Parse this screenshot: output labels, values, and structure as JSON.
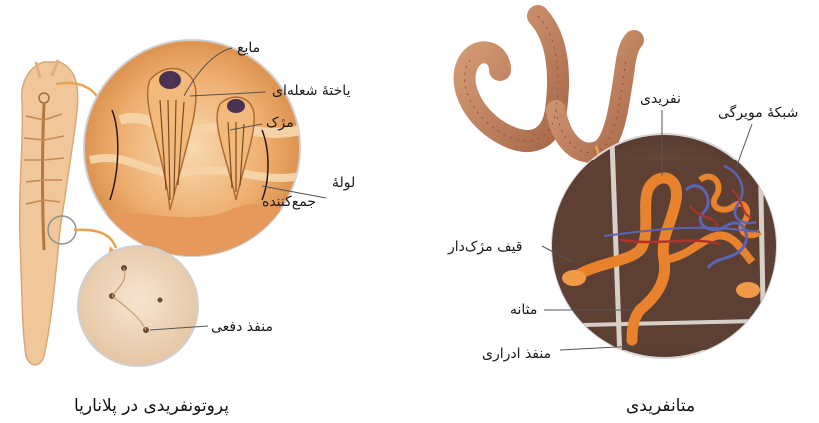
{
  "left_figure": {
    "caption": "پروتونفریدی در پلاناریا",
    "labels": {
      "fluid": "مایع",
      "flame_cell": "یاختهٔ شعله‌ای",
      "cilia": "مژک",
      "collecting_tube_line1": "لولهٔ",
      "collecting_tube_line2": "جمع‌کننده",
      "excretory_pore": "منفذ دفعی"
    }
  },
  "right_figure": {
    "caption": "متانفریدی",
    "labels": {
      "metanephridium": "نفریدی",
      "capillary_network": "شبکهٔ مویرگی",
      "ciliated_funnel": "قیف مژک‌دار",
      "bladder": "مثانه",
      "urinary_pore": "منفذ ادراری"
    }
  },
  "colors": {
    "planaria_body": "#efc79a",
    "tissue_orange": "#e9a25e",
    "earthworm_body": "#c98a63",
    "coelom_dark": "#6b4b3c",
    "nephridium_orange": "#e8822d",
    "capillary_blue": "#5a64b8",
    "capillary_red": "#b0332a",
    "leader_line": "#555555"
  }
}
